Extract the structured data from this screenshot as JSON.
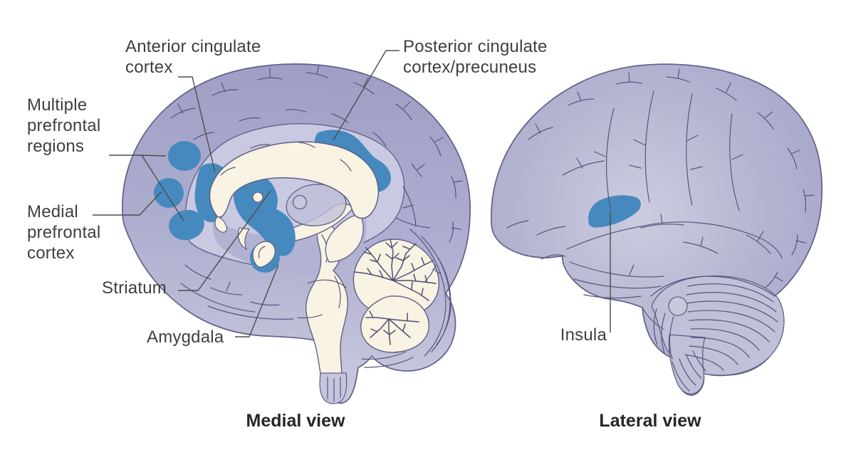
{
  "figure": {
    "colors": {
      "bg": "#ffffff",
      "blue": "#4689be",
      "outline": "#60608a",
      "sulci": "#56567c",
      "leader": "#4d4d4d",
      "label_text": "#3f3f3f",
      "caption_text": "#262626",
      "cortex_top": "#9f9fc5",
      "cortex_mid": "#aeaed0",
      "cortex_low": "#cccce0",
      "inner_band": "#c9c9e1",
      "sub_band": "#b2b2d2",
      "thalamus_fill": "#bdbdd8",
      "cream": "#f8f3e2",
      "cerebellum_lateral": "#c0c0d8",
      "stem_tip": "#c5c5dd"
    },
    "medial": {
      "caption": "Medial view",
      "labels": {
        "anterior_cingulate": "Anterior cingulate\ncortex",
        "posterior_cingulate": "Posterior cingulate\ncortex/precuneus",
        "multiple_prefrontal": "Multiple\nprefrontal\nregions",
        "medial_prefrontal": "Medial\nprefrontal\ncortex",
        "striatum": "Striatum",
        "amygdala": "Amygdala"
      }
    },
    "lateral": {
      "caption": "Lateral view",
      "labels": {
        "insula": "Insula"
      }
    }
  }
}
